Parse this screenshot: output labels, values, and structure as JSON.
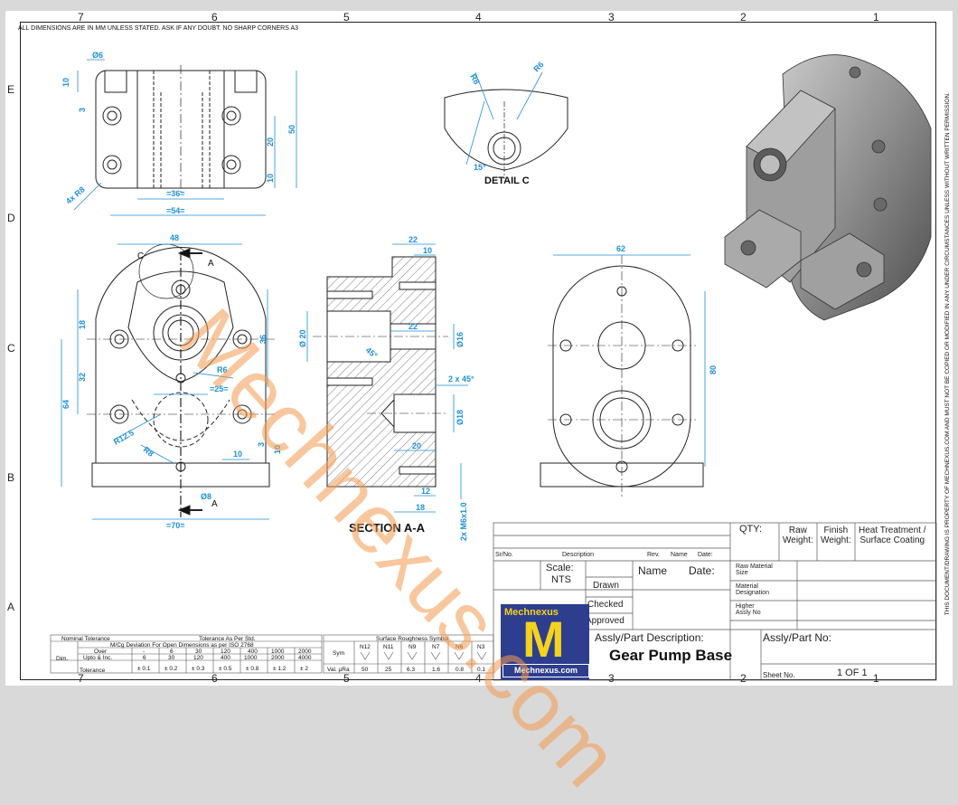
{
  "sheet": {
    "top_note": "ALL DIMENSIONS ARE IN MM UNLESS STATED. ASK IF ANY DOUBT.  NO SHARP CORNERS  A3",
    "side_note": "THIS DOCUMENT/DRAWING IS PROPERTY OF MECHNEXUS.COM AND MUST NOT BE COPIED OR MODIFIED IN ANY UNDER CIRCUMSTANCES UNLESS WITHOUT WRITTEN PERMISSION.",
    "zones_h": [
      "7",
      "6",
      "5",
      "4",
      "3",
      "2",
      "1"
    ],
    "zones_v": [
      "E",
      "D",
      "C",
      "B",
      "A"
    ],
    "watermark": "Mechnexus.com"
  },
  "views": {
    "detail_label": "DETAIL C",
    "section_label": "SECTION A-A"
  },
  "dims": {
    "top_d6": "Ø6",
    "top_10": "10",
    "top_3": "3",
    "top_50": "50",
    "top_20": "20",
    "top_10b": "10",
    "top_36": "=36=",
    "top_54": "=54=",
    "top_r8": "4x R8",
    "det_r8": "R8",
    "det_r6": "R6",
    "det_15": "15°",
    "f_48": "48",
    "f_c": "C",
    "f_a1": "A",
    "f_a2": "A",
    "f_18": "18",
    "f_36": "36",
    "f_32": "32",
    "f_64": "64",
    "f_r6": "R6",
    "f_25": "=25=",
    "f_r125": "R12.5",
    "f_r8": "R8",
    "f_10": "10",
    "f_3": "3",
    "f_10b": "10",
    "f_d8": "Ø8",
    "f_70": "=70=",
    "s_22": "22",
    "s_10": "10",
    "s_d20": "Ø 20",
    "s_22b": "22",
    "s_d16": "Ø16",
    "s_45": "45°",
    "s_2x45": "2 x 45°",
    "s_d18": "Ø18",
    "s_20": "20",
    "s_12": "12",
    "s_18": "18",
    "s_m6": "2x M6x1.0",
    "r_62": "62",
    "r_80": "80"
  },
  "title_block": {
    "qty": "QTY:",
    "raw_weight": "Raw\nWeight:",
    "finish_weight": "Finish\nWeight:",
    "heat": "Heat Treatment /\nSurface Coating",
    "srno": "Sr/No.",
    "description": "Description",
    "rev": "Rev.",
    "name_h": "Name",
    "date_h": "Date:",
    "scale": "Scale:",
    "scale_val": "NTS",
    "name": "Name",
    "date": "Date:",
    "drawn": "Drawn",
    "checked": "Checked",
    "approved": "Approved",
    "raw_material_size": "Raw Material\nSize",
    "material_designation": "Material\nDesignation",
    "higher_assly": "Higher\nAssly No",
    "assly_desc_label": "Assly/Part Description:",
    "assly_no_label": "Assly/Part No:",
    "part_name": "Gear Pump Base",
    "sheet_no_label": "Sheet No.",
    "sheet_no": "1 OF 1",
    "logo_top": "Mechnexus",
    "logo_m": "M",
    "logo_bottom": "Mechnexus.com"
  },
  "tolerance_table": {
    "title": "Nominal Tolerance",
    "std": "Tolerance As Per Std.",
    "sub": "M/Cg Deviation For Open Dimensions as per ISO 2768",
    "dim": "Dim.",
    "over": "Over",
    "upto": "Upto & Inc.",
    "tolerance": "Tolerance",
    "over_vals": [
      "-",
      "6",
      "30",
      "120",
      "400",
      "1000",
      "2000"
    ],
    "upto_vals": [
      "6",
      "30",
      "120",
      "400",
      "1000",
      "2000",
      "4000"
    ],
    "tol_vals": [
      "± 0.1",
      "± 0.2",
      "± 0.3",
      "± 0.5",
      "± 0.8",
      "± 1.2",
      "± 2"
    ]
  },
  "roughness_table": {
    "title": "Surface Roughness Symbol",
    "sym": "Sym",
    "val": "Val. μRa",
    "symbols": [
      "N12",
      "N11",
      "N9",
      "N7",
      "N6",
      "N3"
    ],
    "values": [
      "50",
      "25",
      "6.3",
      "1.6",
      "0.8",
      "0.1"
    ]
  },
  "colors": {
    "dim_blue": "#1f8fd6",
    "line": "#222222",
    "watermark": "#f39a4f",
    "logo_bg": "#2e3e8e",
    "logo_fg": "#f4d21d"
  }
}
